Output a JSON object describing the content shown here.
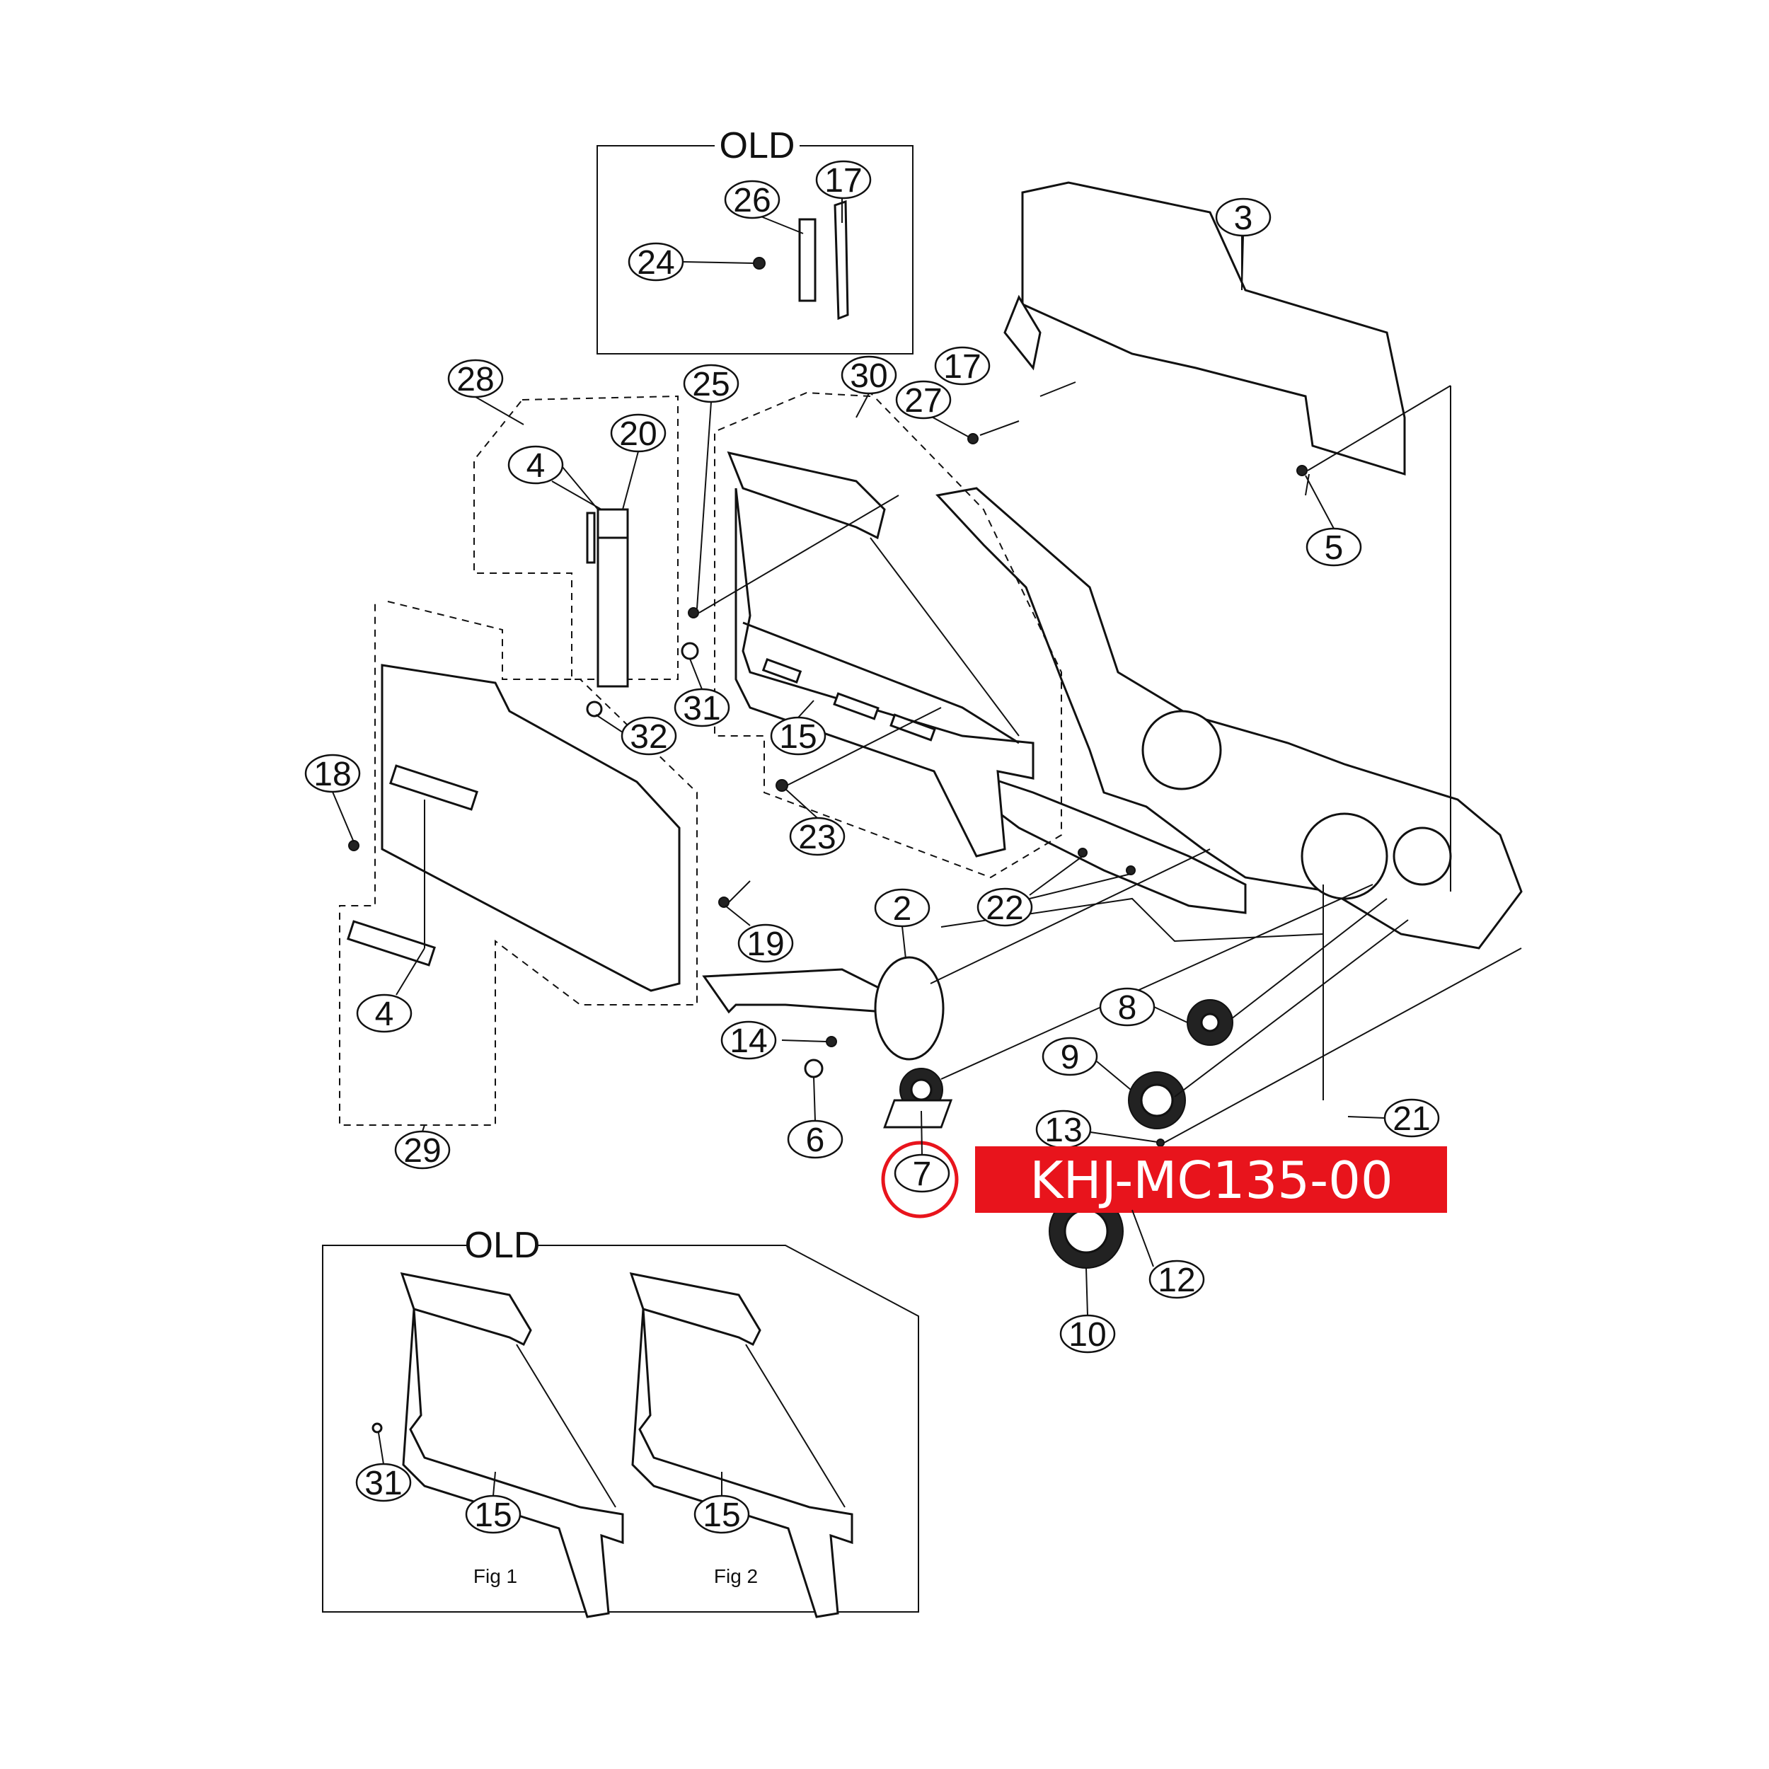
{
  "boxes": {
    "old_top": "OLD",
    "old_bottom": "OLD",
    "fig1": "Fig 1",
    "fig2": "Fig 2"
  },
  "highlight": {
    "part_number": "KHJ-MC135-00",
    "label_color": "#e8141c",
    "circled_callout": "7"
  },
  "callouts": {
    "c_old_17": "17",
    "c_old_26": "26",
    "c_old_24": "24",
    "c3": "3",
    "c5": "5",
    "c17": "17",
    "c27": "27",
    "c28": "28",
    "c25": "25",
    "c30": "30",
    "c20": "20",
    "c4a": "4",
    "c31": "31",
    "c32": "32",
    "c15": "15",
    "c23": "23",
    "c18": "18",
    "c19": "19",
    "c22": "22",
    "c2": "2",
    "c4b": "4",
    "c14": "14",
    "c8": "8",
    "c9": "9",
    "c6": "6",
    "c13": "13",
    "c21": "21",
    "c29": "29",
    "c12": "12",
    "c10": "10",
    "c_fig1_31": "31",
    "c_fig1_15": "15",
    "c_fig2_15": "15"
  }
}
